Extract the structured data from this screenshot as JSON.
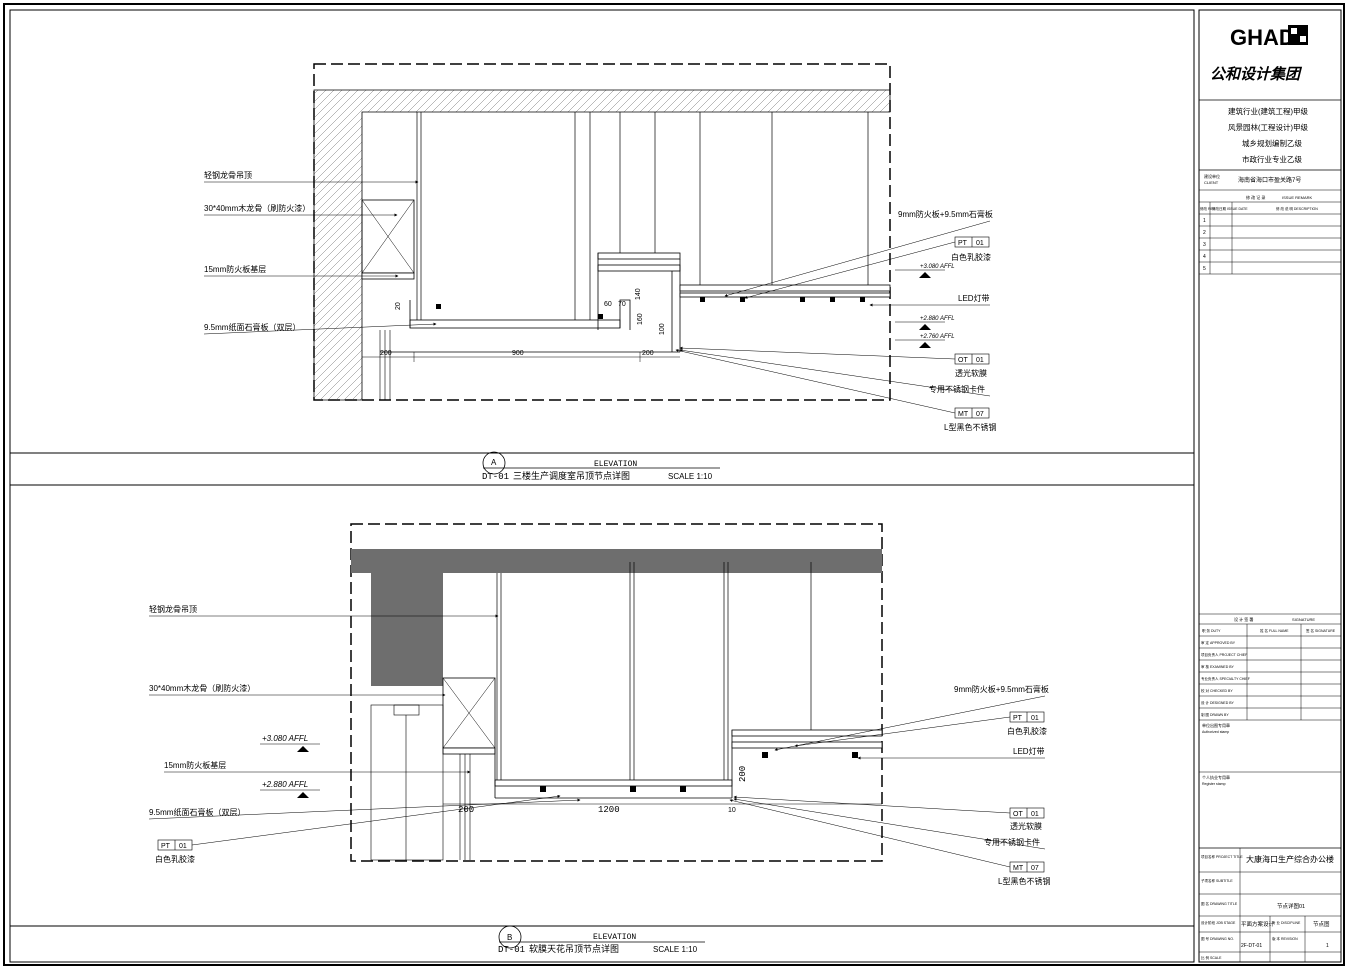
{
  "brand": {
    "logo_text": "GHAD",
    "company_name": "公和设计集团"
  },
  "qualifications": [
    "建筑行业(建筑工程)甲级",
    "风景园林(工程设计)甲级",
    "城乡规划编制乙级",
    "市政行业专业乙级"
  ],
  "client": {
    "label": "建设单位",
    "label_en": "CLIENT",
    "value": "海南省海口市盈关路7号"
  },
  "revisions": {
    "title": "修 改 记 录",
    "title_en": "ISSUE REMARK",
    "rev_header": "修改 REV",
    "date_header": "修改日期 ISSUE DATE",
    "desc_header": "修 改 说 明 DESCRIPTION",
    "rows": [
      "1",
      "2",
      "3",
      "4",
      "5"
    ]
  },
  "signature": {
    "title": "设 计 签 署",
    "title_en": "SIGNATURE",
    "duty_header": "职 务 DUTY",
    "name_header": "姓 名 FULL NAME",
    "sign_header": "签 名 SIGNATURE",
    "roles": [
      "审 定 APPROVED BY",
      "项目负责人 PROJECT CHIEF",
      "审 核 EXAMINED BY",
      "专业负责人 SPECIALTY CHIEF",
      "校 对 CHECKED BY",
      "设 计 DESIGNED BY",
      "制 图 DRAWN BY"
    ]
  },
  "stamps": {
    "authorized": "单位出图专用章",
    "authorized_en": "Authorized stamp",
    "register": "个人执业专用章",
    "register_en": "Register stamp"
  },
  "project": {
    "label": "项目名称 PROJECT TITLE",
    "value": "大康海口生产综合办公楼",
    "subtitle_label": "子项名称 SUBTITLE",
    "drawing_label": "图 名 DRAWING TITLE",
    "drawing_value": "节点详图01",
    "stage_label": "设计阶段 JOB STAGE",
    "stage_value": "平面方案设计",
    "discipline_label": "专 业 DISCIPLINE",
    "discipline_value": "节点图",
    "number_label": "图 号 DRAWING NO.",
    "number_value": "2F-DT-01",
    "version_label": "版 本 REVISION",
    "version_value": "1",
    "scale_label": "比 例 SCALE"
  },
  "detail_a": {
    "mark": "A",
    "sheet_ref": "DT-01",
    "type_label": "ELEVATION",
    "title": "三楼生产调度室吊顶节点详图",
    "scale": "SCALE 1:10",
    "left_labels": [
      "轻钢龙骨吊顶",
      "30*40mm木龙骨（刷防火漆）",
      "15mm防火板基层",
      "9.5mm纸面石膏板（双层）"
    ],
    "right_labels": [
      "9mm防火板+9.5mm石膏板",
      "白色乳胶漆",
      "LED灯带",
      "透光软膜",
      "专用不锈钢卡件",
      "L型黑色不锈钢"
    ],
    "tags": [
      {
        "code": "PT",
        "num": "01"
      },
      {
        "code": "OT",
        "num": "01"
      },
      {
        "code": "MT",
        "num": "07"
      }
    ],
    "dims": [
      "200",
      "900",
      "200",
      "60",
      "70",
      "140",
      "160",
      "100",
      "20"
    ],
    "levels": [
      "+3.080 AFFL",
      "+2.880 AFFL",
      "+2.760 AFFL"
    ]
  },
  "detail_b": {
    "mark": "B",
    "sheet_ref": "DT-01",
    "type_label": "ELEVATION",
    "title": "软膜天花吊顶节点详图",
    "scale": "SCALE 1:10",
    "left_labels": [
      "轻钢龙骨吊顶",
      "30*40mm木龙骨（刷防火漆）",
      "15mm防火板基层",
      "9.5mm纸面石膏板（双层）",
      "白色乳胶漆"
    ],
    "right_labels": [
      "9mm防火板+9.5mm石膏板",
      "白色乳胶漆",
      "LED灯带",
      "透光软膜",
      "专用不锈钢卡件",
      "L型黑色不锈钢"
    ],
    "tags": [
      {
        "code": "PT",
        "num": "01"
      },
      {
        "code": "OT",
        "num": "01"
      },
      {
        "code": "MT",
        "num": "07"
      },
      {
        "code": "PT",
        "num": "01"
      }
    ],
    "dims": [
      "200",
      "1200",
      "200",
      "10"
    ],
    "levels": [
      "+3.080 AFFL",
      "+2.880 AFFL"
    ]
  }
}
